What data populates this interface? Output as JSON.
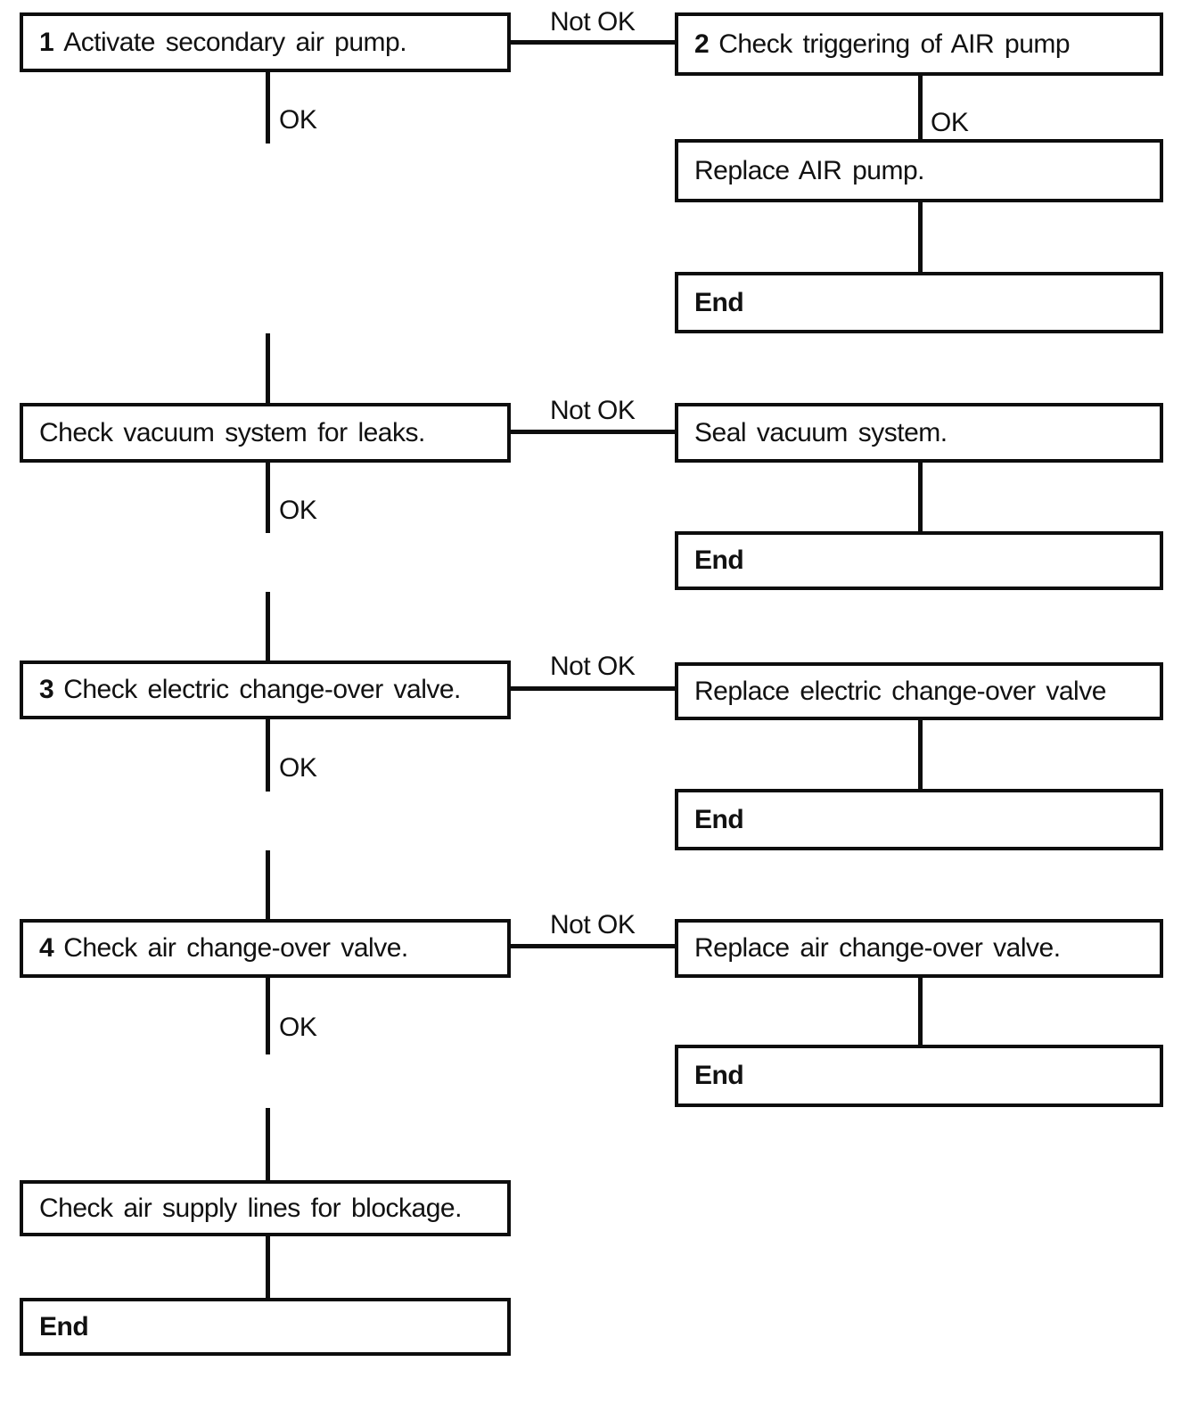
{
  "diagram": {
    "type": "flowchart",
    "labels": {
      "ok": "OK",
      "not_ok": "Not OK"
    },
    "colors": {
      "line": "#0d0d0d",
      "background": "#ffffff",
      "text": "#111111"
    },
    "nodes": {
      "step1": {
        "number": "1",
        "text": "Activate secondary air pump."
      },
      "step2": {
        "number": "2",
        "text": "Check triggering of AIR pump"
      },
      "replace_air_pump": {
        "text": "Replace AIR pump."
      },
      "end_air_pump": {
        "text": "End"
      },
      "check_vacuum": {
        "text": "Check vacuum system for leaks."
      },
      "seal_vacuum": {
        "text": "Seal vacuum system."
      },
      "end_vacuum": {
        "text": "End"
      },
      "step3": {
        "number": "3",
        "text": "Check electric change-over valve."
      },
      "replace_electric": {
        "text": "Replace electric change-over valve"
      },
      "end_electric": {
        "text": "End"
      },
      "step4": {
        "number": "4",
        "text": "Check air change-over valve."
      },
      "replace_air_valve": {
        "text": "Replace air change-over valve."
      },
      "end_air_valve": {
        "text": "End"
      },
      "check_air_supply": {
        "text": "Check air supply lines for blockage."
      },
      "end_final": {
        "text": "End"
      }
    },
    "edges": [
      {
        "from": "step1",
        "to": "step2",
        "label": "Not OK"
      },
      {
        "from": "step1",
        "to": "check_vacuum",
        "label": "OK"
      },
      {
        "from": "step2",
        "to": "replace_air_pump",
        "label": "OK"
      },
      {
        "from": "replace_air_pump",
        "to": "end_air_pump"
      },
      {
        "from": "check_vacuum",
        "to": "seal_vacuum",
        "label": "Not OK"
      },
      {
        "from": "check_vacuum",
        "to": "step3",
        "label": "OK"
      },
      {
        "from": "seal_vacuum",
        "to": "end_vacuum"
      },
      {
        "from": "step3",
        "to": "replace_electric",
        "label": "Not OK"
      },
      {
        "from": "step3",
        "to": "step4",
        "label": "OK"
      },
      {
        "from": "replace_electric",
        "to": "end_electric"
      },
      {
        "from": "step4",
        "to": "replace_air_valve",
        "label": "Not OK"
      },
      {
        "from": "step4",
        "to": "check_air_supply",
        "label": "OK"
      },
      {
        "from": "replace_air_valve",
        "to": "end_air_valve"
      },
      {
        "from": "check_air_supply",
        "to": "end_final"
      }
    ]
  }
}
